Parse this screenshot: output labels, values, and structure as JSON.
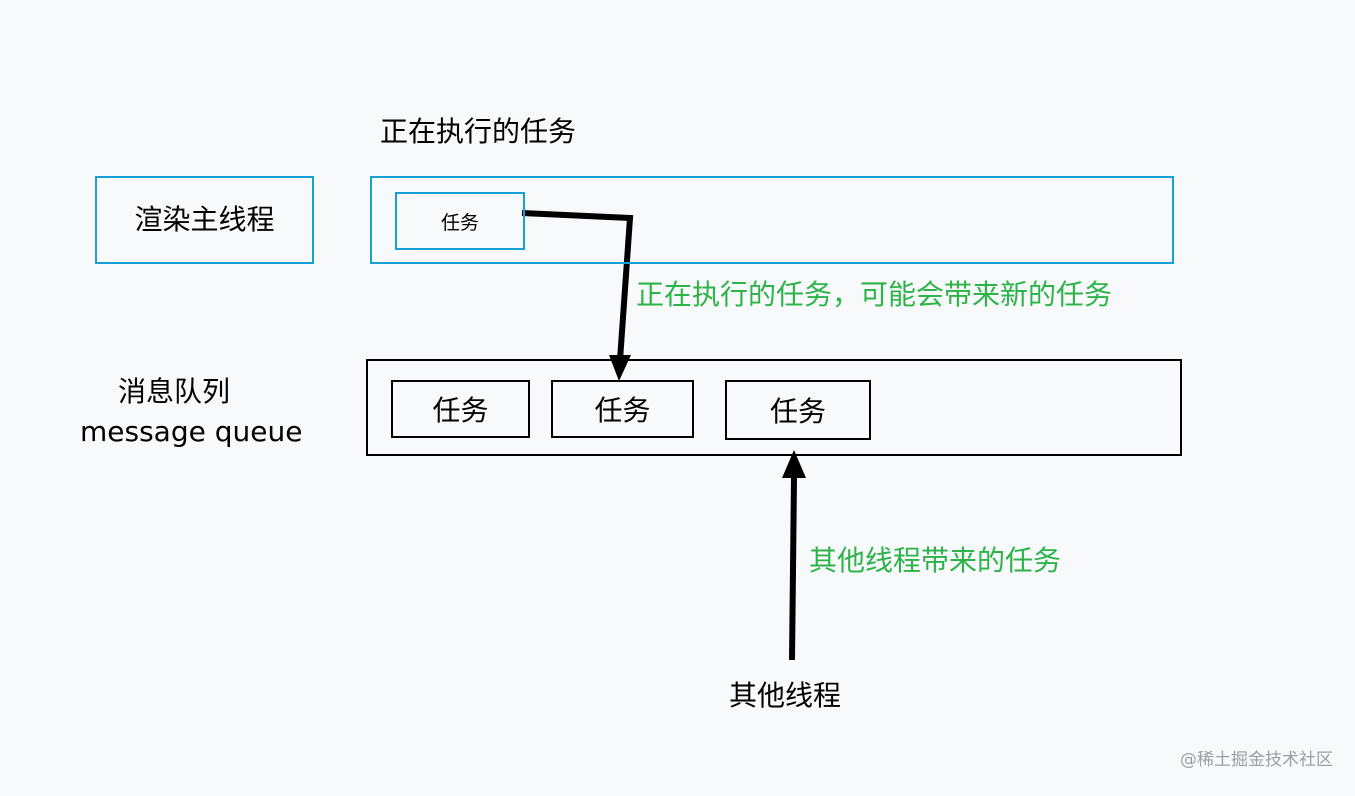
{
  "diagram": {
    "executing_title": "正在执行的任务",
    "render_thread": "渲染主线程",
    "executing_task": "任务",
    "new_task_note": "正在执行的任务，可能会带来新的任务",
    "queue_label_cn": "消息队列",
    "queue_label_en": "message queue",
    "queue_tasks": [
      "任务",
      "任务",
      "任务"
    ],
    "other_threads_note": "其他线程带来的任务",
    "other_threads": "其他线程",
    "watermark": "@稀土掘金技术社区"
  },
  "colors": {
    "blue_border": "#1a9fd4",
    "green_text": "#2db34a",
    "background": "#f8f9fa"
  }
}
